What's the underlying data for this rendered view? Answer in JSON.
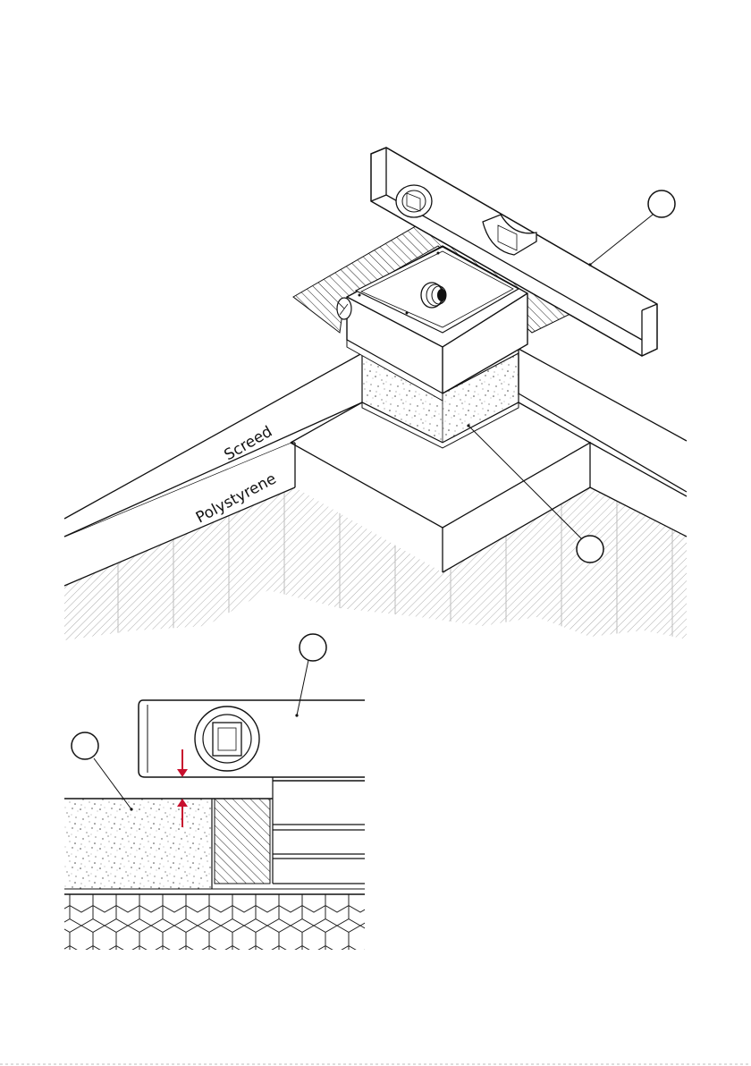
{
  "diagram": {
    "layers": {
      "screed": "Screed",
      "polystyrene": "Polystyrene"
    },
    "callouts": [
      {
        "id": "spirit-level-callout",
        "text": ""
      },
      {
        "id": "seal-callout",
        "text": ""
      },
      {
        "id": "detail-level-callout",
        "text": ""
      },
      {
        "id": "detail-screed-callout",
        "text": ""
      }
    ],
    "colors": {
      "line": "#111111",
      "hatch": "#9a9a9a",
      "accent": "#c8102e",
      "fill_white": "#ffffff"
    }
  }
}
